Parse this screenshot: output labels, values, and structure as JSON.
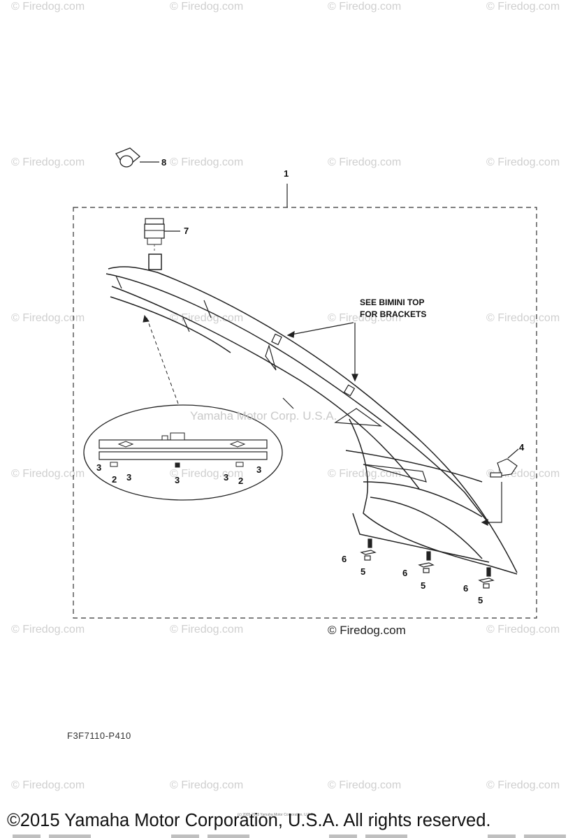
{
  "watermark": "© Firedog.com",
  "center_watermark": "Yamaha Motor Corp. U.S.A.",
  "firedog_credit": "© Firedog.com",
  "note": {
    "line1": "SEE BIMINI TOP",
    "line2": "FOR BRACKETS"
  },
  "callouts": {
    "c1": "1",
    "c2a": "2",
    "c2b": "2",
    "c3a": "3",
    "c3b": "3",
    "c3c": "3",
    "c3d": "3",
    "c3e": "3",
    "c4": "4",
    "c5a": "5",
    "c5b": "5",
    "c5c": "5",
    "c6a": "6",
    "c6b": "6",
    "c6c": "6",
    "c7": "7",
    "c8": "8"
  },
  "part_code": "F3F7110-P410",
  "tiny_copyright": "(c) 2005-2015 Yamaha Motor Corporation, U.S.A.",
  "copyright": "©2015 Yamaha Motor Corporation, U.S.A. All rights reserved."
}
